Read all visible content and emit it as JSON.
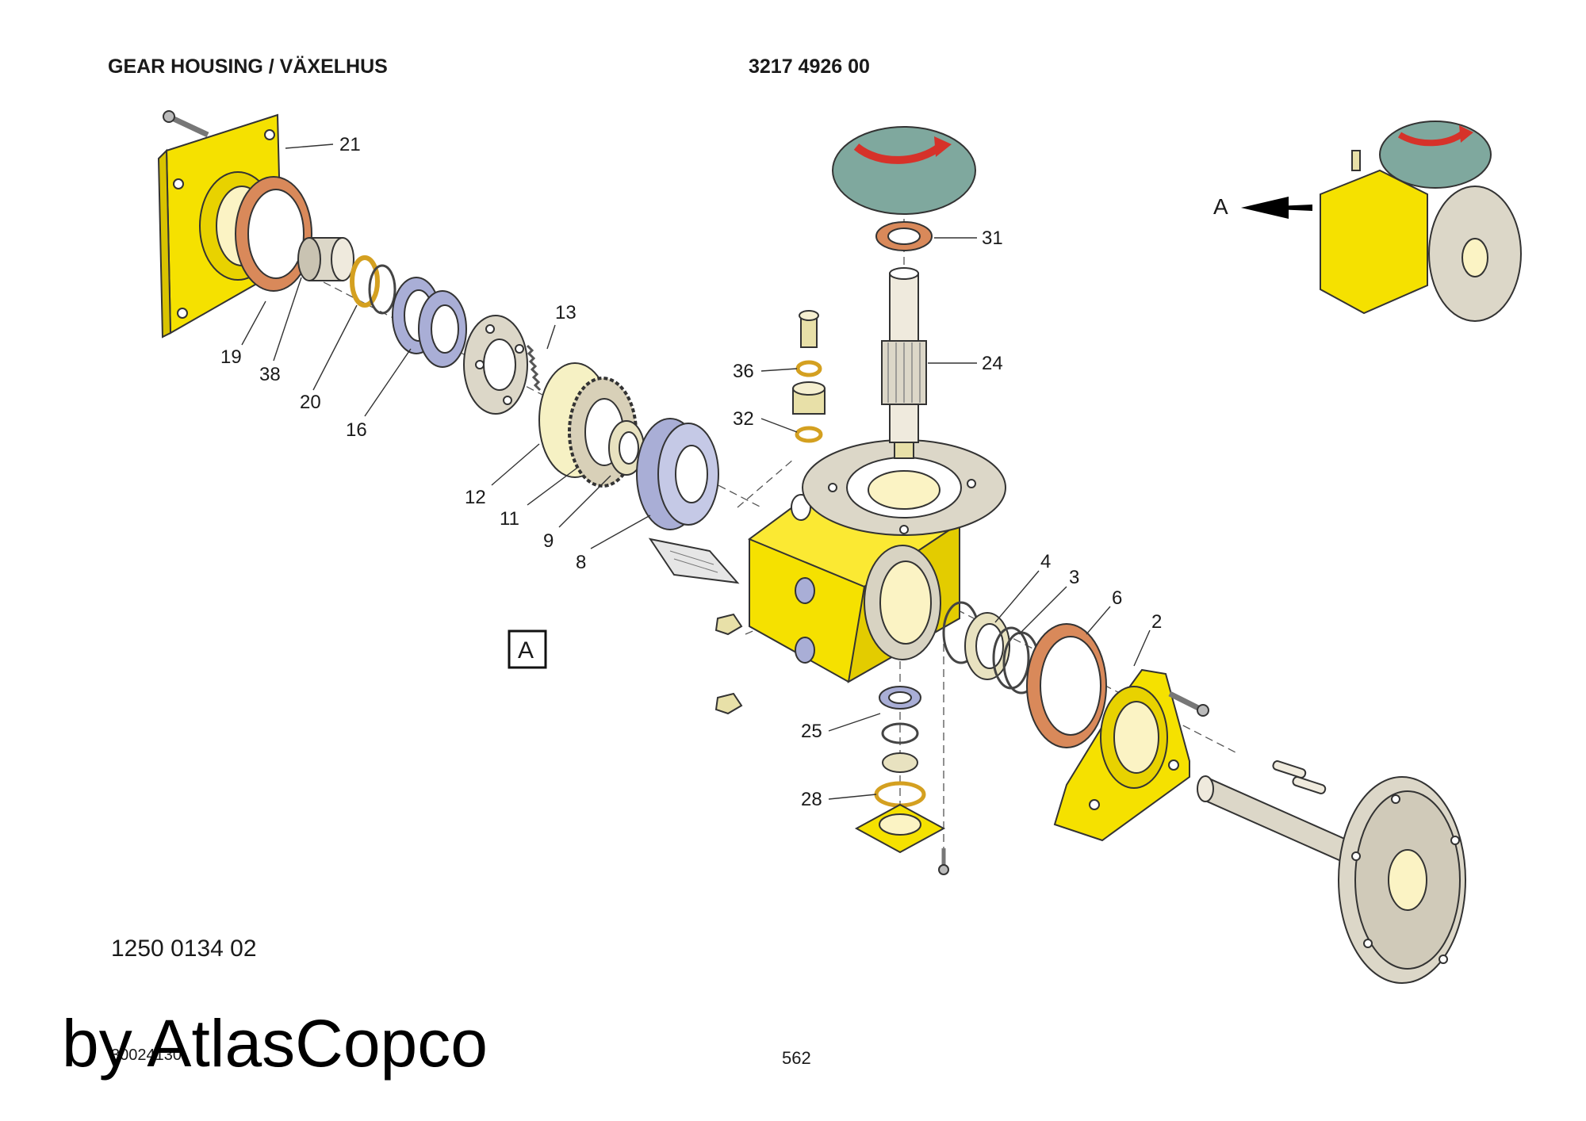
{
  "header": {
    "title": "GEAR HOUSING / VÄXELHUS",
    "part_number": "3217 4926 00"
  },
  "footer": {
    "drawing_number": "1250 0134 02",
    "watermark": "by AtlasCopco",
    "image_code": "30024130",
    "page_number": "562"
  },
  "view_marker": {
    "box_label": "A",
    "arrow_label": "A"
  },
  "colors": {
    "housing_yellow": "#f5e100",
    "gasket_orange": "#d9895a",
    "bearing_blue": "#a9aed6",
    "shaft_gray": "#dcd7c8",
    "cover_green": "#7fa89e",
    "arrow_red": "#d6322a",
    "bore_cream": "#fbf3c4"
  },
  "callouts": [
    "21",
    "19",
    "38",
    "20",
    "16",
    "13",
    "12",
    "11",
    "9",
    "8",
    "36",
    "32",
    "31",
    "24",
    "4",
    "3",
    "6",
    "2",
    "25",
    "28"
  ]
}
